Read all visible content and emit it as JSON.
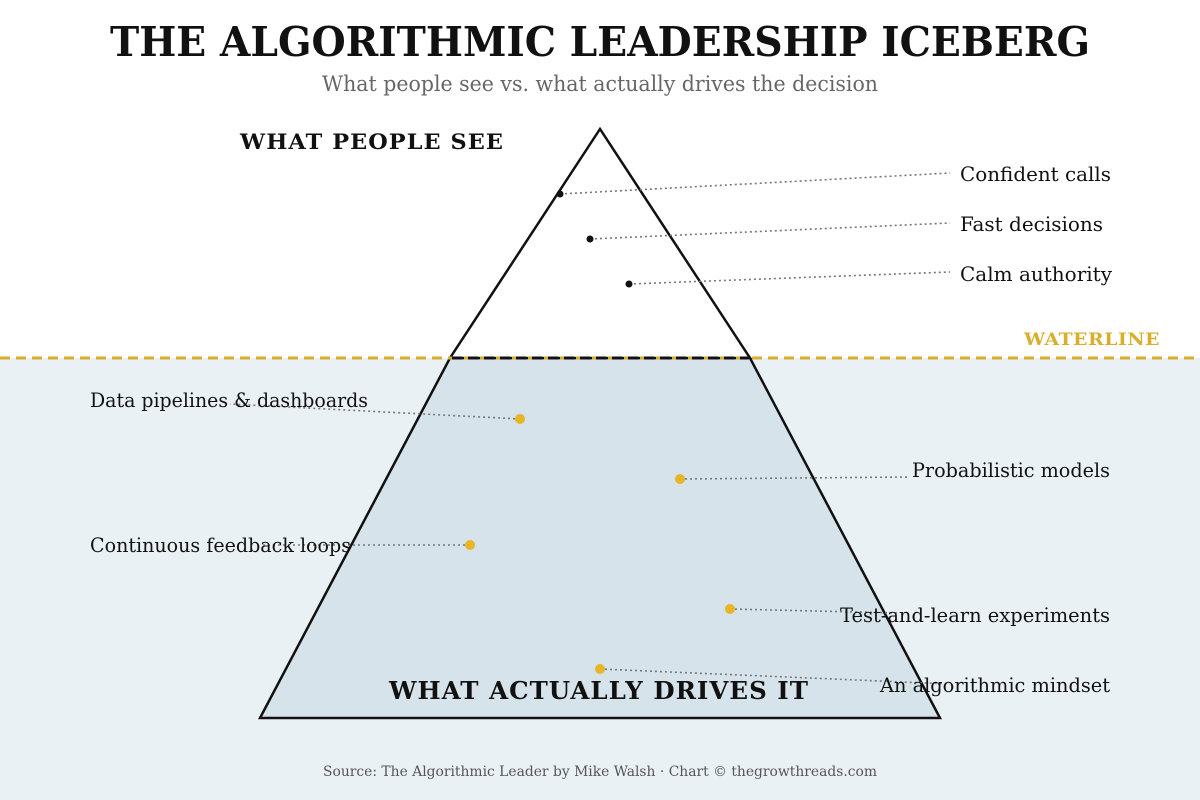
{
  "title": "THE ALGORITHMIC LEADERSHIP ICEBERG",
  "subtitle": "What people see vs. what actually drives the decision",
  "section_above": "WHAT PEOPLE SEE",
  "section_below": "WHAT ACTUALLY DRIVES IT",
  "waterline_label": "WATERLINE",
  "above_items": [
    {
      "label": "Confident calls"
    },
    {
      "label": "Fast decisions"
    },
    {
      "label": "Calm authority"
    }
  ],
  "below_items": [
    {
      "label": "Data pipelines & dashboards"
    },
    {
      "label": "Probabilistic models"
    },
    {
      "label": "Continuous feedback loops"
    },
    {
      "label": "Test-and-learn experiments"
    },
    {
      "label": "An algorithmic mindset"
    }
  ],
  "footer": "Source: The Algorithmic Leader by Mike Walsh · Chart © thegrowthreads.com",
  "colors": {
    "accent": "#D9AE2A",
    "water": "#EAF1F5",
    "ice_below": "#D6E3EA",
    "ink": "#111111",
    "subtitle": "#666666"
  }
}
